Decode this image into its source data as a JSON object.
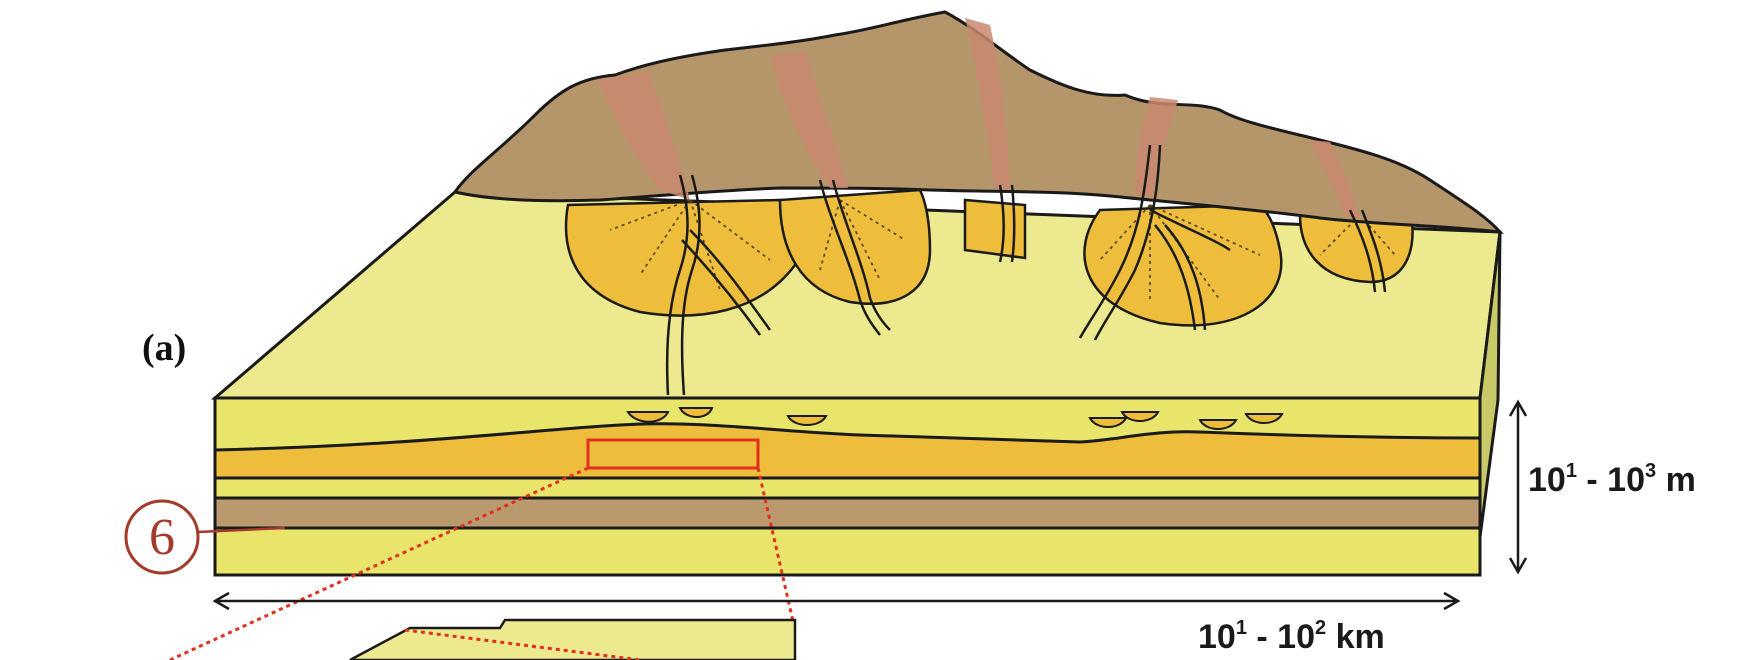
{
  "panel_label": "(a)",
  "marker_number": "6",
  "vertical_scale": {
    "prefix": "10",
    "sup1": "1",
    "mid": " - 10",
    "sup2": "3",
    "unit": " m"
  },
  "horizontal_scale": {
    "prefix": "10",
    "sup1": "1",
    "mid": " - 10",
    "sup2": "2",
    "unit": " km"
  },
  "colors": {
    "mountain": "#b5956a",
    "gully": "#c98a6e",
    "plain": "#ece98f",
    "fan": "#efbd3c",
    "layer_yellow": "#e8e56a",
    "layer_orange": "#efbd3c",
    "layer_brown": "#b9996d",
    "side_face": "#c9c968",
    "marker_red": "#a33a2a",
    "zoom_red": "#e0301e"
  }
}
